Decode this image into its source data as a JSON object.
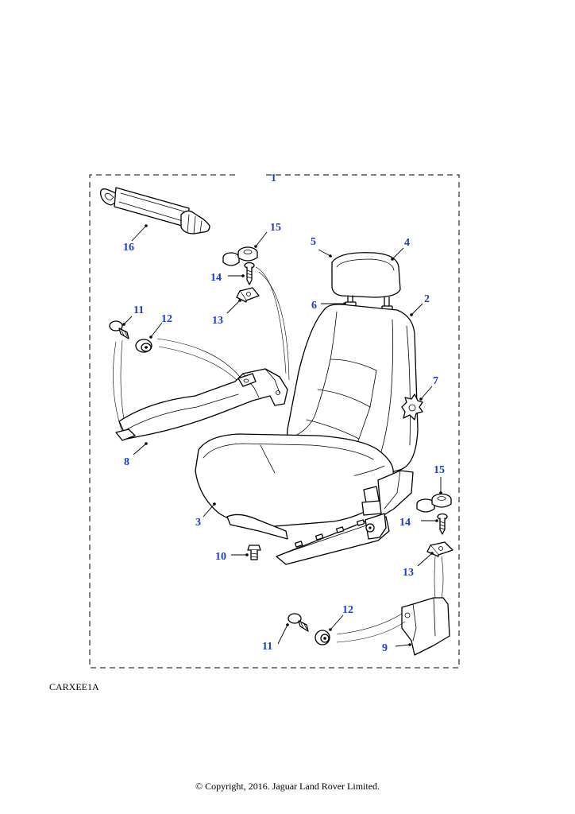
{
  "diagram": {
    "callouts": {
      "assembly": "1",
      "seat_back": "2",
      "seat_cushion": "3",
      "headrest_pad": "4",
      "headrest": "5",
      "headrest_guide": "6",
      "recline_knob": "7",
      "trim_left": "8",
      "trim_right": "9",
      "bolt": "10",
      "screw_left": "11",
      "grommet_left": "12",
      "clip_upper": "13",
      "screw_upper": "14",
      "cap_upper": "15",
      "belt_buckle": "16",
      "screw_lower": "11",
      "grommet_lower": "12",
      "clip_lower": "13",
      "screw_right": "14",
      "cap_lower": "15"
    },
    "colors": {
      "callout_text": "#1a3cc8",
      "line_art": "#000000",
      "background": "#ffffff"
    }
  },
  "illustration_code": "CARXEE1A",
  "copyright": "© Copyright, 2016. Jaguar Land Rover Limited."
}
